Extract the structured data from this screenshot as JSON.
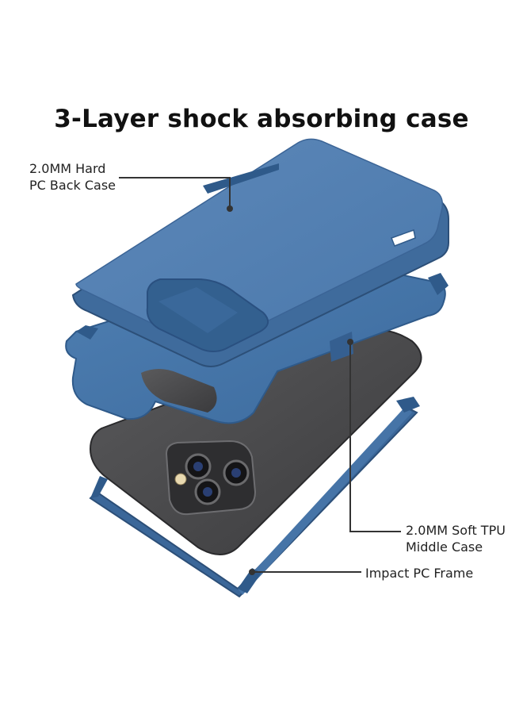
{
  "title": "3-Layer shock absorbing case",
  "callouts": {
    "back_case": {
      "line1": "2.0MM Hard",
      "line2": "PC Back Case"
    },
    "middle_case": {
      "line1": "2.0MM Soft TPU",
      "line2": "Middle Case"
    },
    "frame": {
      "line1": "Impact PC Frame"
    }
  },
  "colors": {
    "case_blue": "#3f6b9c",
    "case_blue_light": "#5b86b8",
    "case_blue_dark": "#2c4f78",
    "phone_gray": "#4a4a4c",
    "leader_line": "#333333"
  }
}
